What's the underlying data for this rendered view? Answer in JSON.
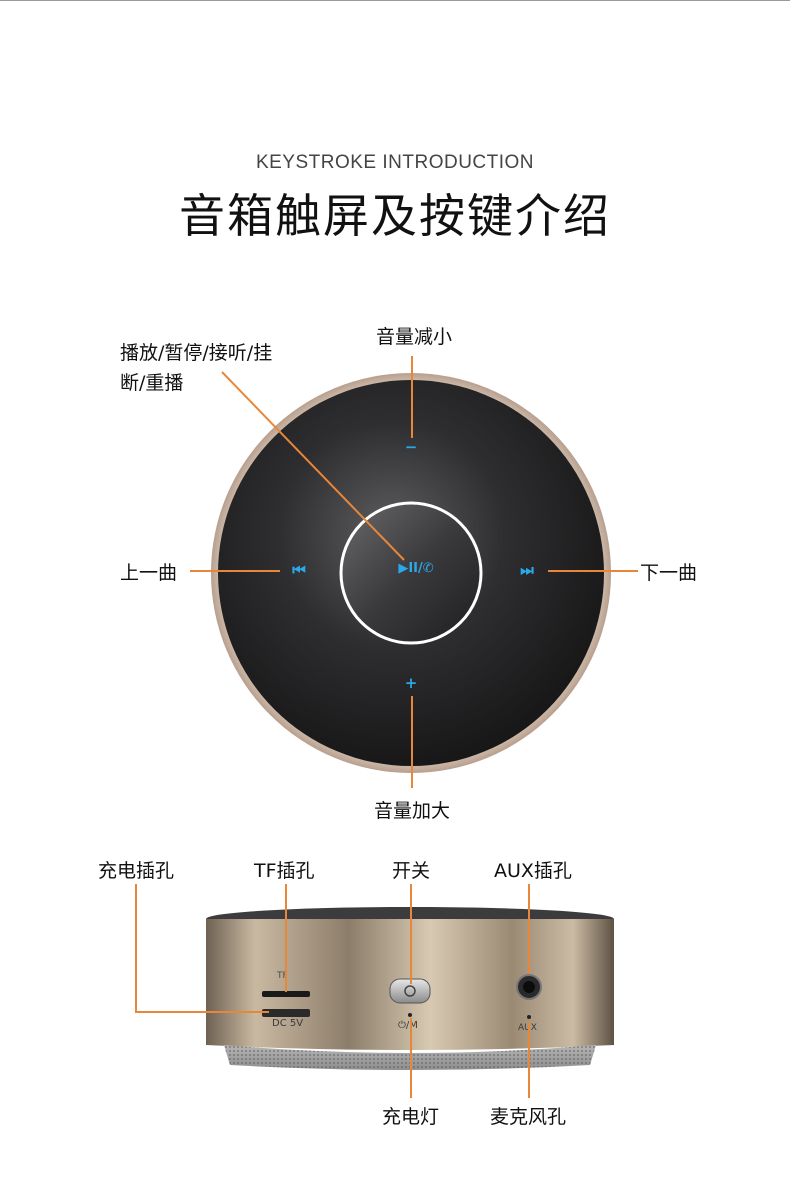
{
  "header": {
    "subtitle": "KEYSTROKE INTRODUCTION",
    "title": "音箱触屏及按键介绍"
  },
  "touch_panel": {
    "labels": {
      "play": "播放/暂停/接听/挂断/重播",
      "vol_down": "音量减小",
      "vol_up": "音量加大",
      "prev": "上一曲",
      "next": "下一曲"
    },
    "symbols": {
      "minus": "−",
      "plus": "+",
      "prev": "⏮",
      "next": "⏭",
      "play": "▶II/✆"
    },
    "accent_color": "#2aa8e8",
    "leader_color": "#e8873a"
  },
  "ports": {
    "labels": {
      "charge_port": "充电插孔",
      "tf_slot": "TF插孔",
      "power_switch": "开关",
      "aux_port": "AUX插孔",
      "charge_light": "充电灯",
      "mic_hole": "麦克风孔"
    },
    "engraved": {
      "tf": "TF",
      "dc": "DC 5V",
      "mode": "⏻/M",
      "aux": "AUX"
    }
  }
}
